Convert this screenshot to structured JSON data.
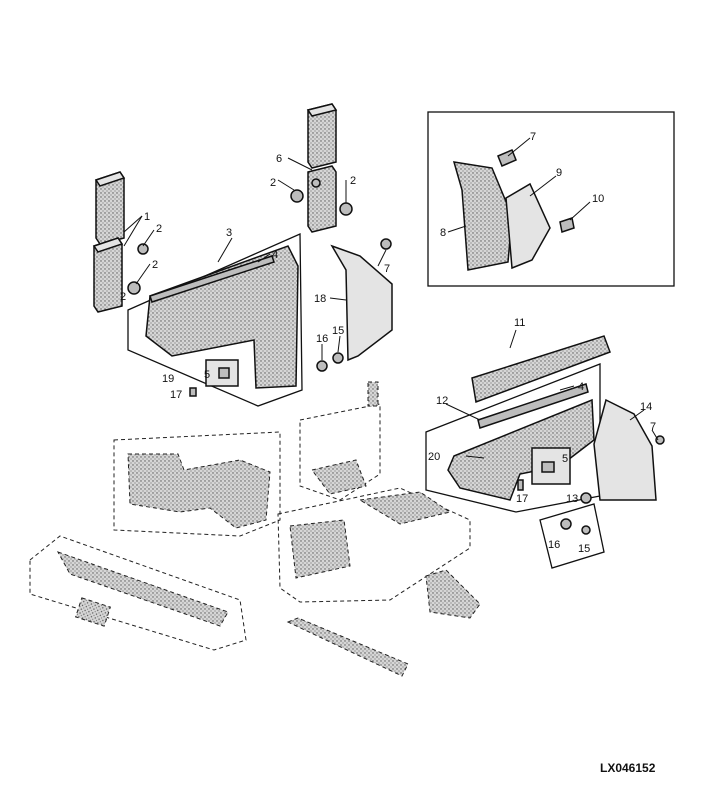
{
  "figure": {
    "reference": "LX046152"
  },
  "callouts": {
    "c1": "1",
    "c2a": "2",
    "c2b": "2",
    "c2c": "2",
    "c2d": "2",
    "c2e": "2",
    "c3": "3",
    "c4a": "4",
    "c4b": "4",
    "c5a": "5",
    "c5b": "5",
    "c6": "6",
    "c7a": "7",
    "c7b": "7",
    "c7c": "7",
    "c8": "8",
    "c9": "9",
    "c10": "10",
    "c11": "11",
    "c12": "12",
    "c13": "13",
    "c14": "14",
    "c15a": "15",
    "c15b": "15",
    "c16a": "16",
    "c16b": "16",
    "c17a": "17",
    "c17b": "17",
    "c18": "18",
    "c19": "19",
    "c20": "20"
  }
}
